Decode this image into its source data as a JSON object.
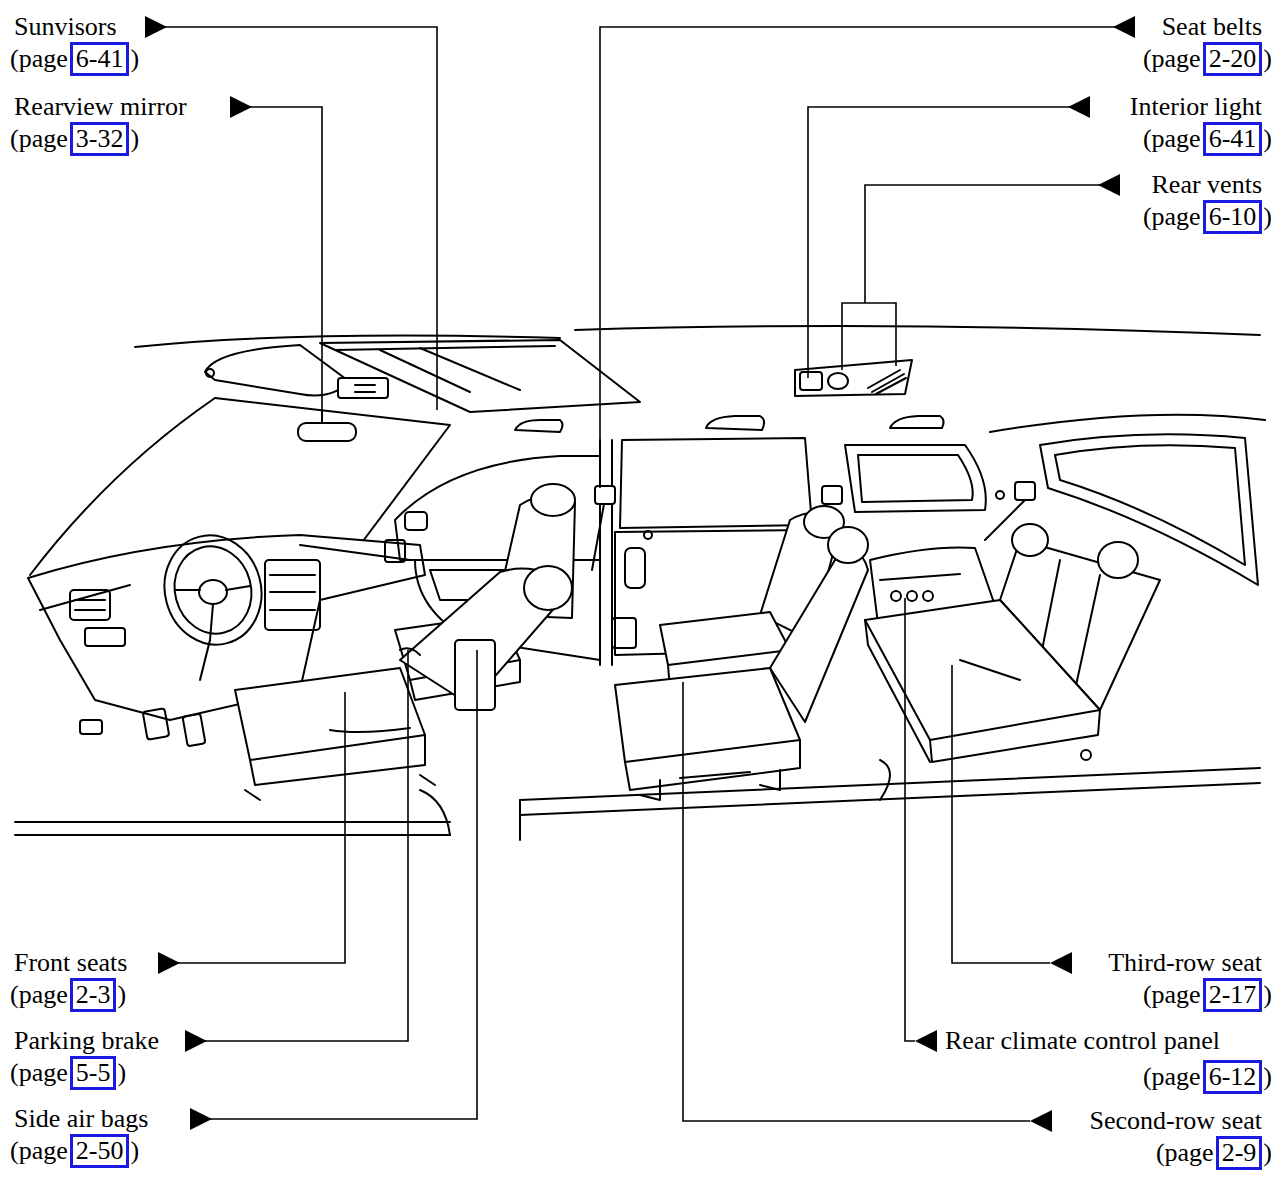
{
  "diagram": {
    "nodes": [
      {
        "text": [
          "6-41"
        ]
      },
      {
        "text": [
          "3-32"
        ]
      },
      {
        "text": [
          "2-20"
        ]
      },
      {
        "text": [
          "6-41"
        ]
      },
      {
        "text": [
          "6-10"
        ]
      },
      {
        "text": [
          "2-3"
        ]
      },
      {
        "text": [
          "5-5"
        ]
      },
      {
        "text": [
          "2-50"
        ]
      },
      {
        "text": [
          "2-17"
        ]
      },
      {
        "text": [
          "6-12"
        ]
      },
      {
        "text": [
          "2-9"
        ]
      }
    ],
    "labels": [
      "Sunvisors",
      "(page",
      ")",
      "Rearview mirror",
      "(page",
      ")",
      "Seat belts",
      "(page",
      ")",
      "Interior light",
      "(page",
      ")",
      "Rear vents",
      "(page",
      ")",
      "Front seats",
      "(page",
      ")",
      "Parking brake",
      "(page",
      ")",
      "Side air bags",
      "(page",
      ")",
      "Third-row seat",
      "(page",
      ")",
      "Rear climate control panel",
      "(page",
      ")",
      "Second-row seat",
      "(page",
      ")"
    ]
  }
}
